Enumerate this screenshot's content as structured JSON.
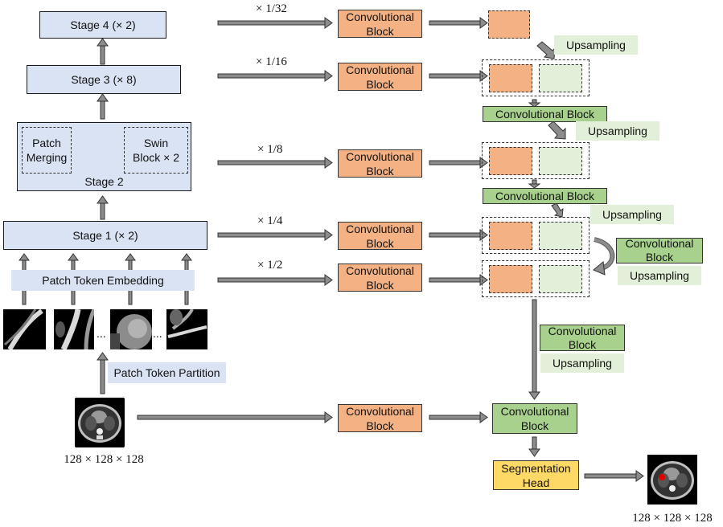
{
  "encoder": {
    "stage4": "Stage 4 (× 2)",
    "stage3": "Stage 3 (× 8)",
    "stage2": "Stage 2",
    "patch_merging": "Patch\nMerging",
    "swin_block": "Swin\nBlock × 2",
    "stage1": "Stage 1 (× 2)",
    "patch_token_embedding": "Patch Token Embedding",
    "patch_token_partition": "Patch Token Partition",
    "ellipsis": "...",
    "input_size": "128 × 128 × 128"
  },
  "scales": [
    "× 1/32",
    "× 1/16",
    "× 1/8",
    "× 1/4",
    "× 1/2"
  ],
  "decoder": {
    "conv_block": "Convolutional\nBlock",
    "conv_block_single": "Convolutional Block",
    "upsampling": "Upsampling",
    "segmentation_head": "Segmentation\nHead",
    "output_size": "128 × 128 × 128"
  },
  "colors": {
    "encoder_blue": "#dae3f3",
    "conv_orange": "#f4b183",
    "conv_green": "#a9d18e",
    "upsample_light_green": "#e2f0d9",
    "seg_head_yellow": "#ffd966",
    "arrow_gray": "#7f7f7f"
  }
}
